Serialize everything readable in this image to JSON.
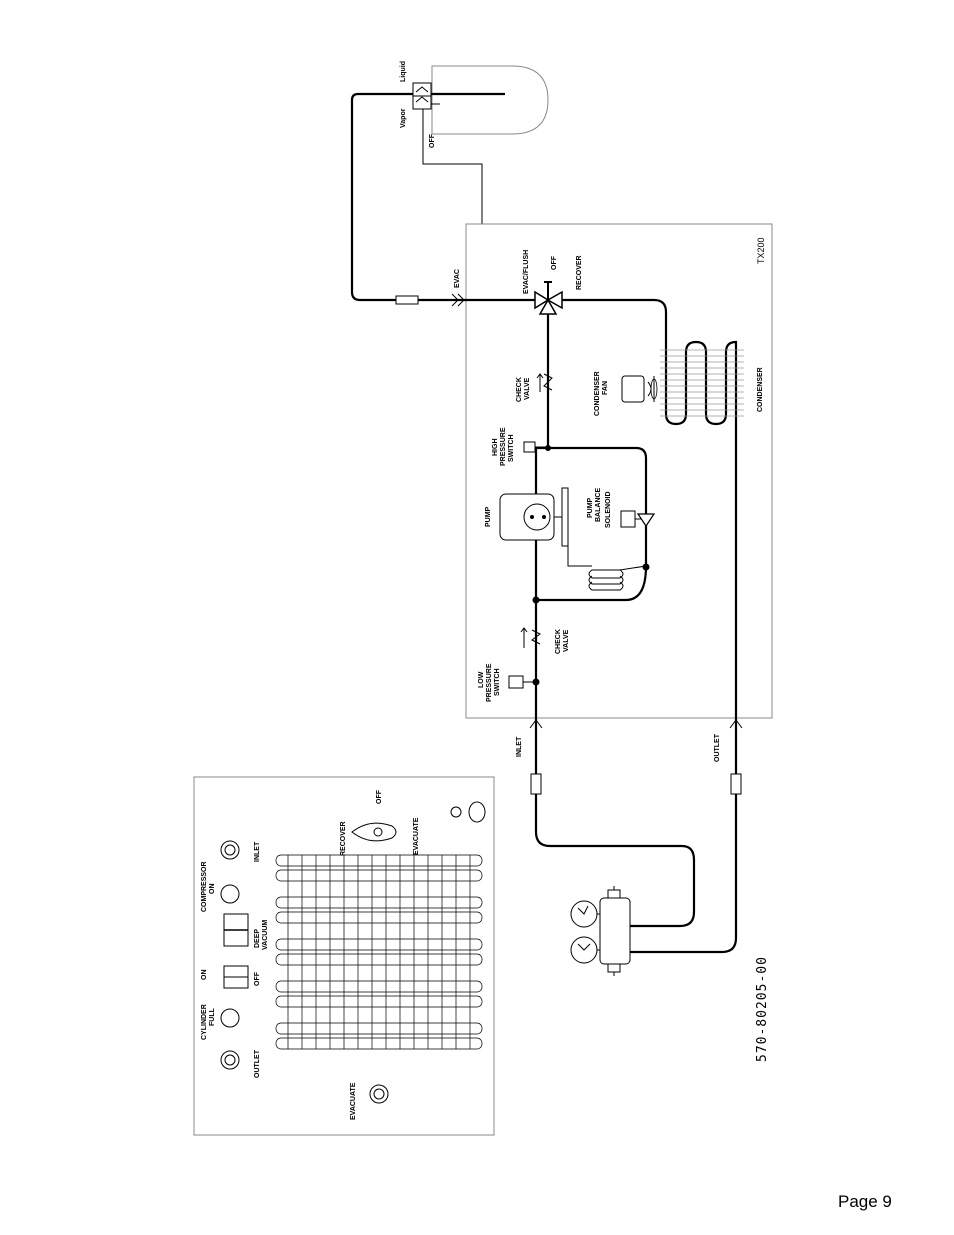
{
  "page": {
    "number": "Page 9"
  },
  "diagram": {
    "part_number": "570-80205-00",
    "model": "TX200",
    "cylinder": {
      "liquid": "Liquid",
      "vapor": "Vapor",
      "off": "OFF"
    },
    "unit": {
      "evac": "EVAC",
      "valve_positions": [
        "EVAC/FLUSH",
        "OFF",
        "RECOVER"
      ],
      "check_valve_top": [
        "CHECK",
        "VALVE"
      ],
      "condenser_fan": [
        "CONDENSER",
        "FAN"
      ],
      "condenser": "CONDENSER",
      "high_pressure_switch": [
        "HIGH",
        "PRESSURE",
        "SWITCH"
      ],
      "pump": "PUMP",
      "pump_balance_solenoid": [
        "PUMP",
        "BALANCE",
        "SOLENOID"
      ],
      "check_valve_bottom": [
        "CHECK",
        "VALVE"
      ],
      "low_pressure_switch": [
        "LOW",
        "PRESSURE",
        "SWITCH"
      ],
      "inlet": "INLET",
      "outlet": "OUTLET"
    },
    "panel": {
      "off": "OFF",
      "recover": "RECOVER",
      "evacuate_top": "EVACUATE",
      "inlet": "INLET",
      "compressor_on": [
        "COMPRESSOR",
        "ON"
      ],
      "deep_vacuum": [
        "DEEP",
        "VACUUM"
      ],
      "on": "ON",
      "off_switch": "OFF",
      "cylinder_full": [
        "CYLINDER",
        "FULL"
      ],
      "outlet": "OUTLET",
      "evacuate_bottom": "EVACUATE"
    }
  }
}
